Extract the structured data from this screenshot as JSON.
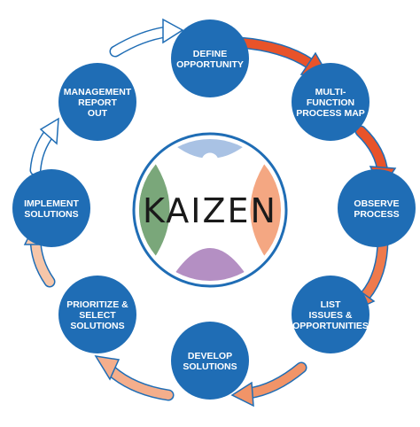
{
  "center": {
    "title": "KAIZEN"
  },
  "colors": {
    "node_fill": "#1f6db5",
    "center_ring": "#1f6db5",
    "green_petal": "#7aa77a",
    "orange_petal": "#f4a782",
    "purple_petal": "#b48fc3",
    "blue_top": "#a9c2e4",
    "arrow_dark": "#e8532a",
    "arrow_light": "#f6c6a9",
    "arrow_outline": "#1f6db5"
  },
  "steps": [
    {
      "lines": [
        "DEFINE",
        "OPPORTUNITY"
      ]
    },
    {
      "lines": [
        "MULTI-",
        "FUNCTION",
        "PROCESS MAP"
      ]
    },
    {
      "lines": [
        "OBSERVE",
        "PROCESS"
      ]
    },
    {
      "lines": [
        "LIST",
        "ISSUES &",
        "OPPORTUNITIES"
      ]
    },
    {
      "lines": [
        "DEVELOP",
        "SOLUTIONS"
      ]
    },
    {
      "lines": [
        "PRIORITIZE &",
        "SELECT",
        "SOLUTIONS"
      ]
    },
    {
      "lines": [
        "IMPLEMENT",
        "SOLUTIONS"
      ]
    },
    {
      "lines": [
        "MANAGEMENT",
        "REPORT",
        "OUT"
      ]
    }
  ]
}
